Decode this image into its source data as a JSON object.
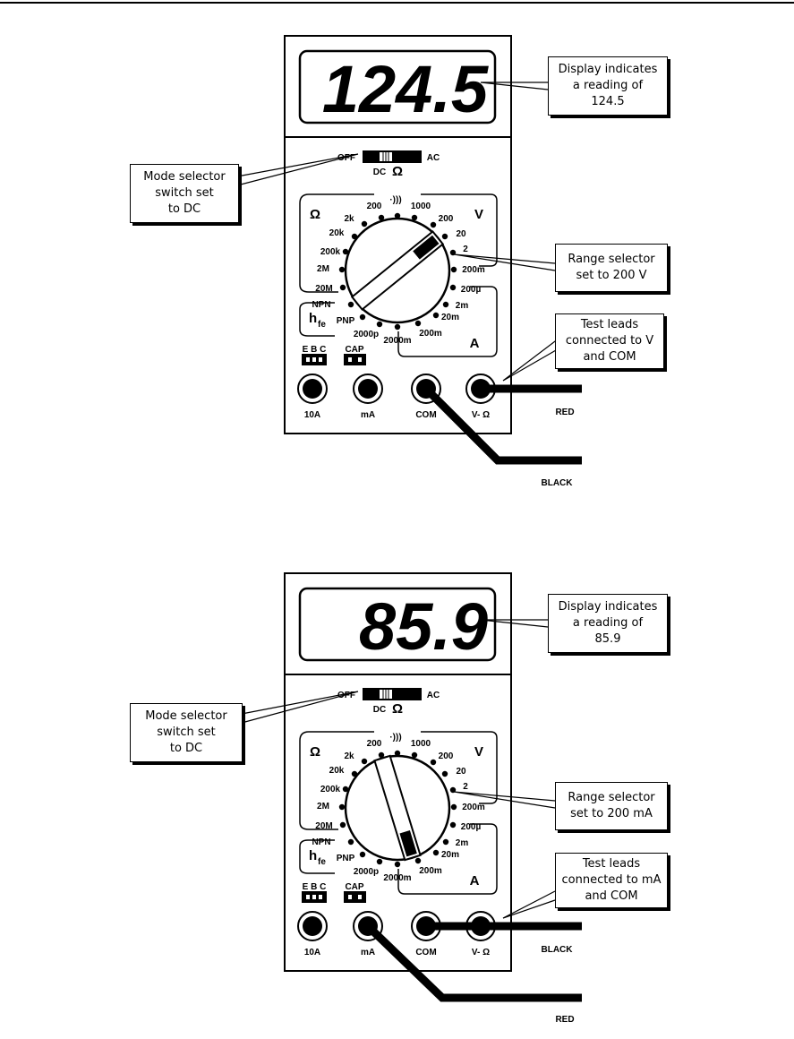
{
  "meters": [
    {
      "display": "124.5",
      "callouts": {
        "display": [
          "Display indicates",
          "a reading of",
          "124.5"
        ],
        "mode": [
          "Mode selector",
          "switch set",
          "to DC"
        ],
        "range": [
          "Range selector",
          "set to 200 V"
        ],
        "leads": [
          "Test leads",
          "connected to V",
          "and COM"
        ]
      },
      "lead_labels": {
        "red": "RED",
        "black": "BLACK"
      }
    },
    {
      "display": "85.9",
      "callouts": {
        "display": [
          "Display indicates",
          "a reading of",
          "85.9"
        ],
        "mode": [
          "Mode selector",
          "switch set",
          "to DC"
        ],
        "range": [
          "Range selector",
          "set to 200 mA"
        ],
        "leads": [
          "Test leads",
          "connected to mA",
          "and COM"
        ]
      },
      "lead_labels": {
        "black": "BLACK",
        "red": "RED"
      }
    }
  ],
  "switch": {
    "off": "OFF",
    "ac": "AC",
    "dc": "DC",
    "ohm": "Ω"
  },
  "dial": {
    "ohm_symbol": "Ω",
    "v_symbol": "V",
    "a_symbol": "A",
    "ohm_ranges": [
      "200",
      "2k",
      "20k",
      "200k",
      "2M",
      "20M"
    ],
    "v_ranges": [
      "1000",
      "200",
      "20",
      "2",
      "200m"
    ],
    "a_ranges": [
      "200µ",
      "2m",
      "20m",
      "200m",
      "2000m"
    ],
    "cap_range": "2000p",
    "hfe": {
      "npn": "NPN",
      "pnp": "PNP",
      "h": "h",
      "fe": "fe"
    },
    "continuity_symbol": "·)))"
  },
  "sockets": {
    "ebc": "E B C",
    "cap": "CAP"
  },
  "jacks": [
    "10A",
    "mA",
    "COM",
    "V- Ω"
  ]
}
